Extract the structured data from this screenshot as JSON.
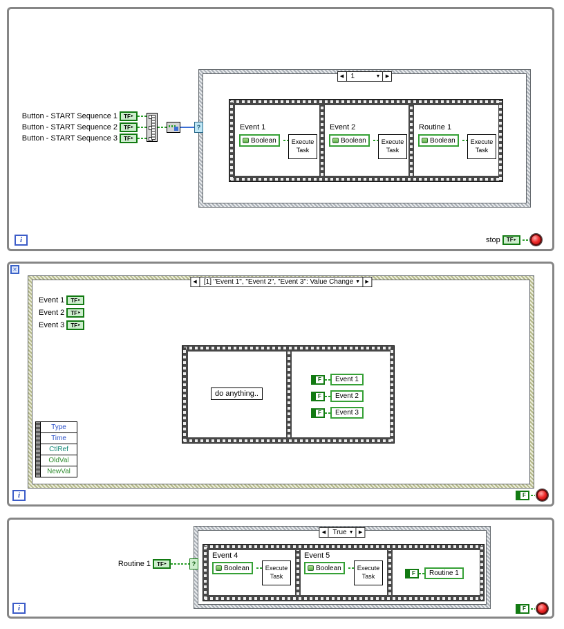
{
  "colors": {
    "loop_border": "#868686",
    "boolean_green": "#127a12",
    "wire_green": "#2aa02a",
    "numeric_blue": "#3b6fd6",
    "stop_red": "#cc1f1f"
  },
  "glyphs": {
    "left_arrow": "◀",
    "right_arrow": "▶",
    "dropdown": "▼",
    "out_arrow": "▸",
    "question": "?",
    "close": "✕"
  },
  "loop1": {
    "inputs": [
      {
        "label": "Button - START Sequence 1",
        "terminal": "TF"
      },
      {
        "label": "Button - START Sequence 2",
        "terminal": "TF"
      },
      {
        "label": "Button - START Sequence 3",
        "terminal": "TF"
      }
    ],
    "case_selector": "1",
    "frames": [
      {
        "title": "Event 1",
        "node": "Boolean",
        "task": "Execute Task"
      },
      {
        "title": "Event 2",
        "node": "Boolean",
        "task": "Execute Task"
      },
      {
        "title": "Routine 1",
        "node": "Boolean",
        "task": "Execute Task"
      }
    ],
    "stop_label": "stop",
    "stop_terminal": "TF",
    "iteration": "i"
  },
  "loop2": {
    "event_case_label": "[1] \"Event 1\", \"Event 2\", \"Event 3\": Value Change",
    "inputs": [
      {
        "label": "Event 1",
        "terminal": "TF"
      },
      {
        "label": "Event 2",
        "terminal": "TF"
      },
      {
        "label": "Event 3",
        "terminal": "TF"
      }
    ],
    "free_label": "do anything..",
    "locals": [
      {
        "const": "F",
        "target": "Event 1"
      },
      {
        "const": "F",
        "target": "Event 2"
      },
      {
        "const": "F",
        "target": "Event 3"
      }
    ],
    "event_data": [
      "Type",
      "Time",
      "CtlRef",
      "OldVal",
      "NewVal"
    ],
    "loop_const": "F",
    "iteration": "i"
  },
  "loop3": {
    "case_selector": "True",
    "input_label": "Routine 1",
    "input_terminal": "TF",
    "frames": [
      {
        "title": "Event 4",
        "node": "Boolean",
        "task": "Execute Task"
      },
      {
        "title": "Event 5",
        "node": "Boolean",
        "task": "Execute Task"
      }
    ],
    "local_const": "F",
    "local_target": "Routine 1",
    "loop_const": "F",
    "iteration": "i"
  }
}
